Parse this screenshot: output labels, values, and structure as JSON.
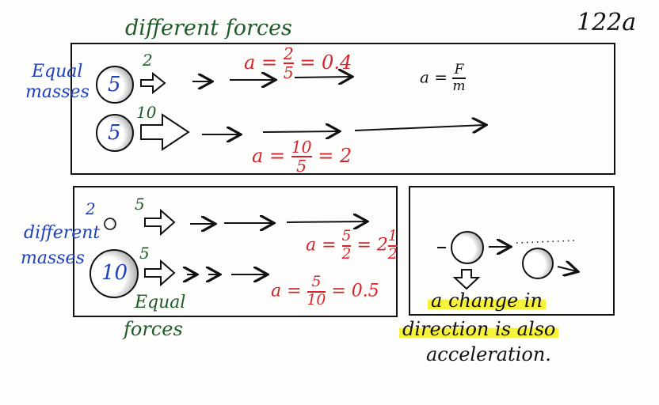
{
  "page_number": "122a",
  "top_panel": {
    "heading": "different forces",
    "side_label": [
      "Equal",
      "masses"
    ],
    "mass_top": "5",
    "mass_bottom": "5",
    "force_top": "2",
    "force_bottom": "10",
    "eq1": {
      "lhs": "a =",
      "num": "2",
      "den": "5",
      "rhs": "= 0.4"
    },
    "eq2": {
      "lhs": "a =",
      "num": "10",
      "den": "5",
      "rhs": "= 2"
    },
    "formula": {
      "lhs": "a =",
      "num": "F",
      "den": "m"
    }
  },
  "bottom_left_panel": {
    "side_label": [
      "different",
      "masses"
    ],
    "mass_small": "2",
    "mass_large": "10",
    "force_top": "5",
    "force_bottom": "5",
    "eq1": {
      "lhs": "a =",
      "num": "5",
      "den": "2",
      "rhs": "= 2",
      "mixed_num": "1",
      "mixed_den": "2"
    },
    "eq2": {
      "lhs": "a =",
      "num": "5",
      "den": "10",
      "rhs": "= 0.5"
    },
    "bottom_label": [
      "Equal",
      "forces"
    ]
  },
  "bottom_right_panel": {
    "caption": [
      "a change in",
      "direction is also",
      "acceleration."
    ]
  },
  "colors": {
    "ink": "#111111",
    "green": "#1f5a2a",
    "red": "#d8222a",
    "blue": "#1f3fbf",
    "highlight": "#f6f23a"
  }
}
